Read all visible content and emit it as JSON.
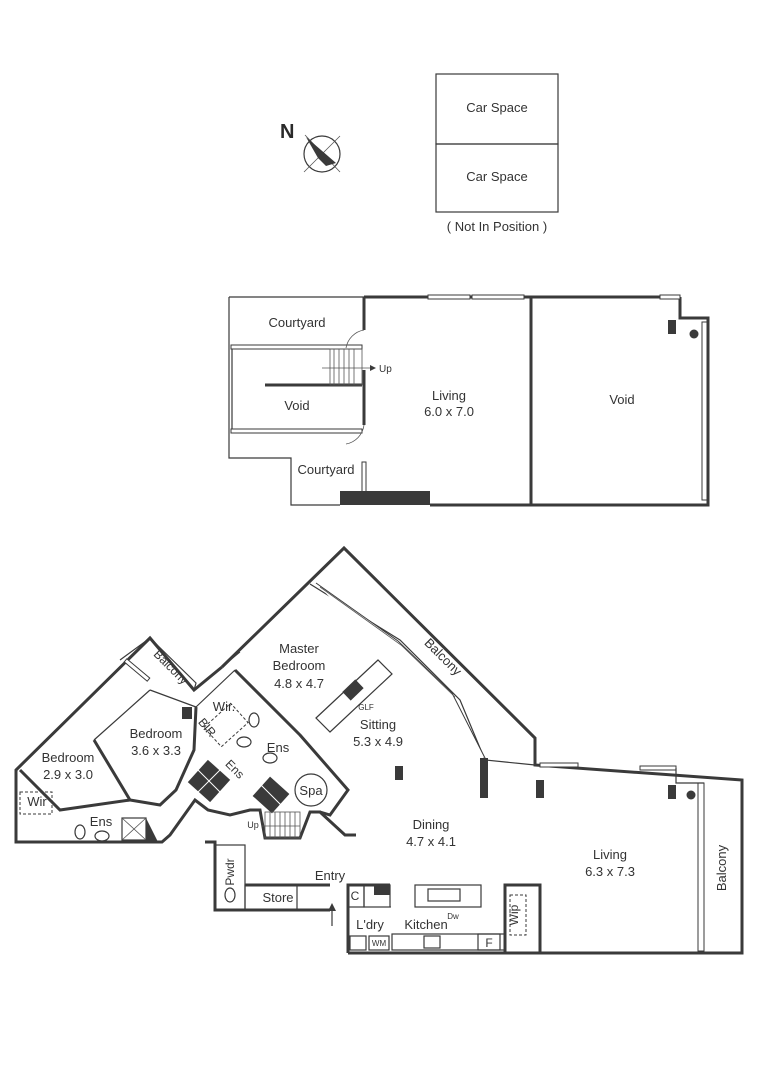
{
  "compass": {
    "label": "N"
  },
  "car_spaces": {
    "space_1": "Car Space",
    "space_2": "Car Space",
    "note": "( Not In Position )"
  },
  "upper_level": {
    "courtyard_top": "Courtyard",
    "courtyard_bottom": "Courtyard",
    "stair_up": "Up",
    "void_left": "Void",
    "void_right": "Void",
    "living_name": "Living",
    "living_size": "6.0 x 7.0"
  },
  "lower_level": {
    "balcony_north": "Balcony",
    "balcony_bedroom": "Balcony",
    "balcony_east": "Balcony",
    "master_bedroom_name_1": "Master",
    "master_bedroom_name_2": "Bedroom",
    "master_bedroom_size": "4.8 x 4.7",
    "bedroom_2_name": "Bedroom",
    "bedroom_2_size": "3.6 x 3.3",
    "bedroom_3_name": "Bedroom",
    "bedroom_3_size": "2.9 x 3.0",
    "wir_master": "Wir.",
    "wir_bedroom": "Wir",
    "bir": "BIR",
    "ens_master": "Ens",
    "ens_bedroom2": "Ens",
    "ens_bedroom3": "Ens",
    "spa": "Spa",
    "glf": "GLF",
    "sitting_name": "Sitting",
    "sitting_size": "5.3 x 4.9",
    "dining_name": "Dining",
    "dining_size": "4.7 x 4.1",
    "living_name": "Living",
    "living_size": "6.3 x 7.3",
    "stair_up": "Up",
    "pwdr": "Pwdr",
    "store": "Store",
    "entry": "Entry",
    "cupboard": "C",
    "laundry": "L'dry",
    "washing_machine": "WM",
    "kitchen": "Kitchen",
    "dishwasher": "Dw",
    "fridge": "F",
    "wip": "Wip"
  }
}
